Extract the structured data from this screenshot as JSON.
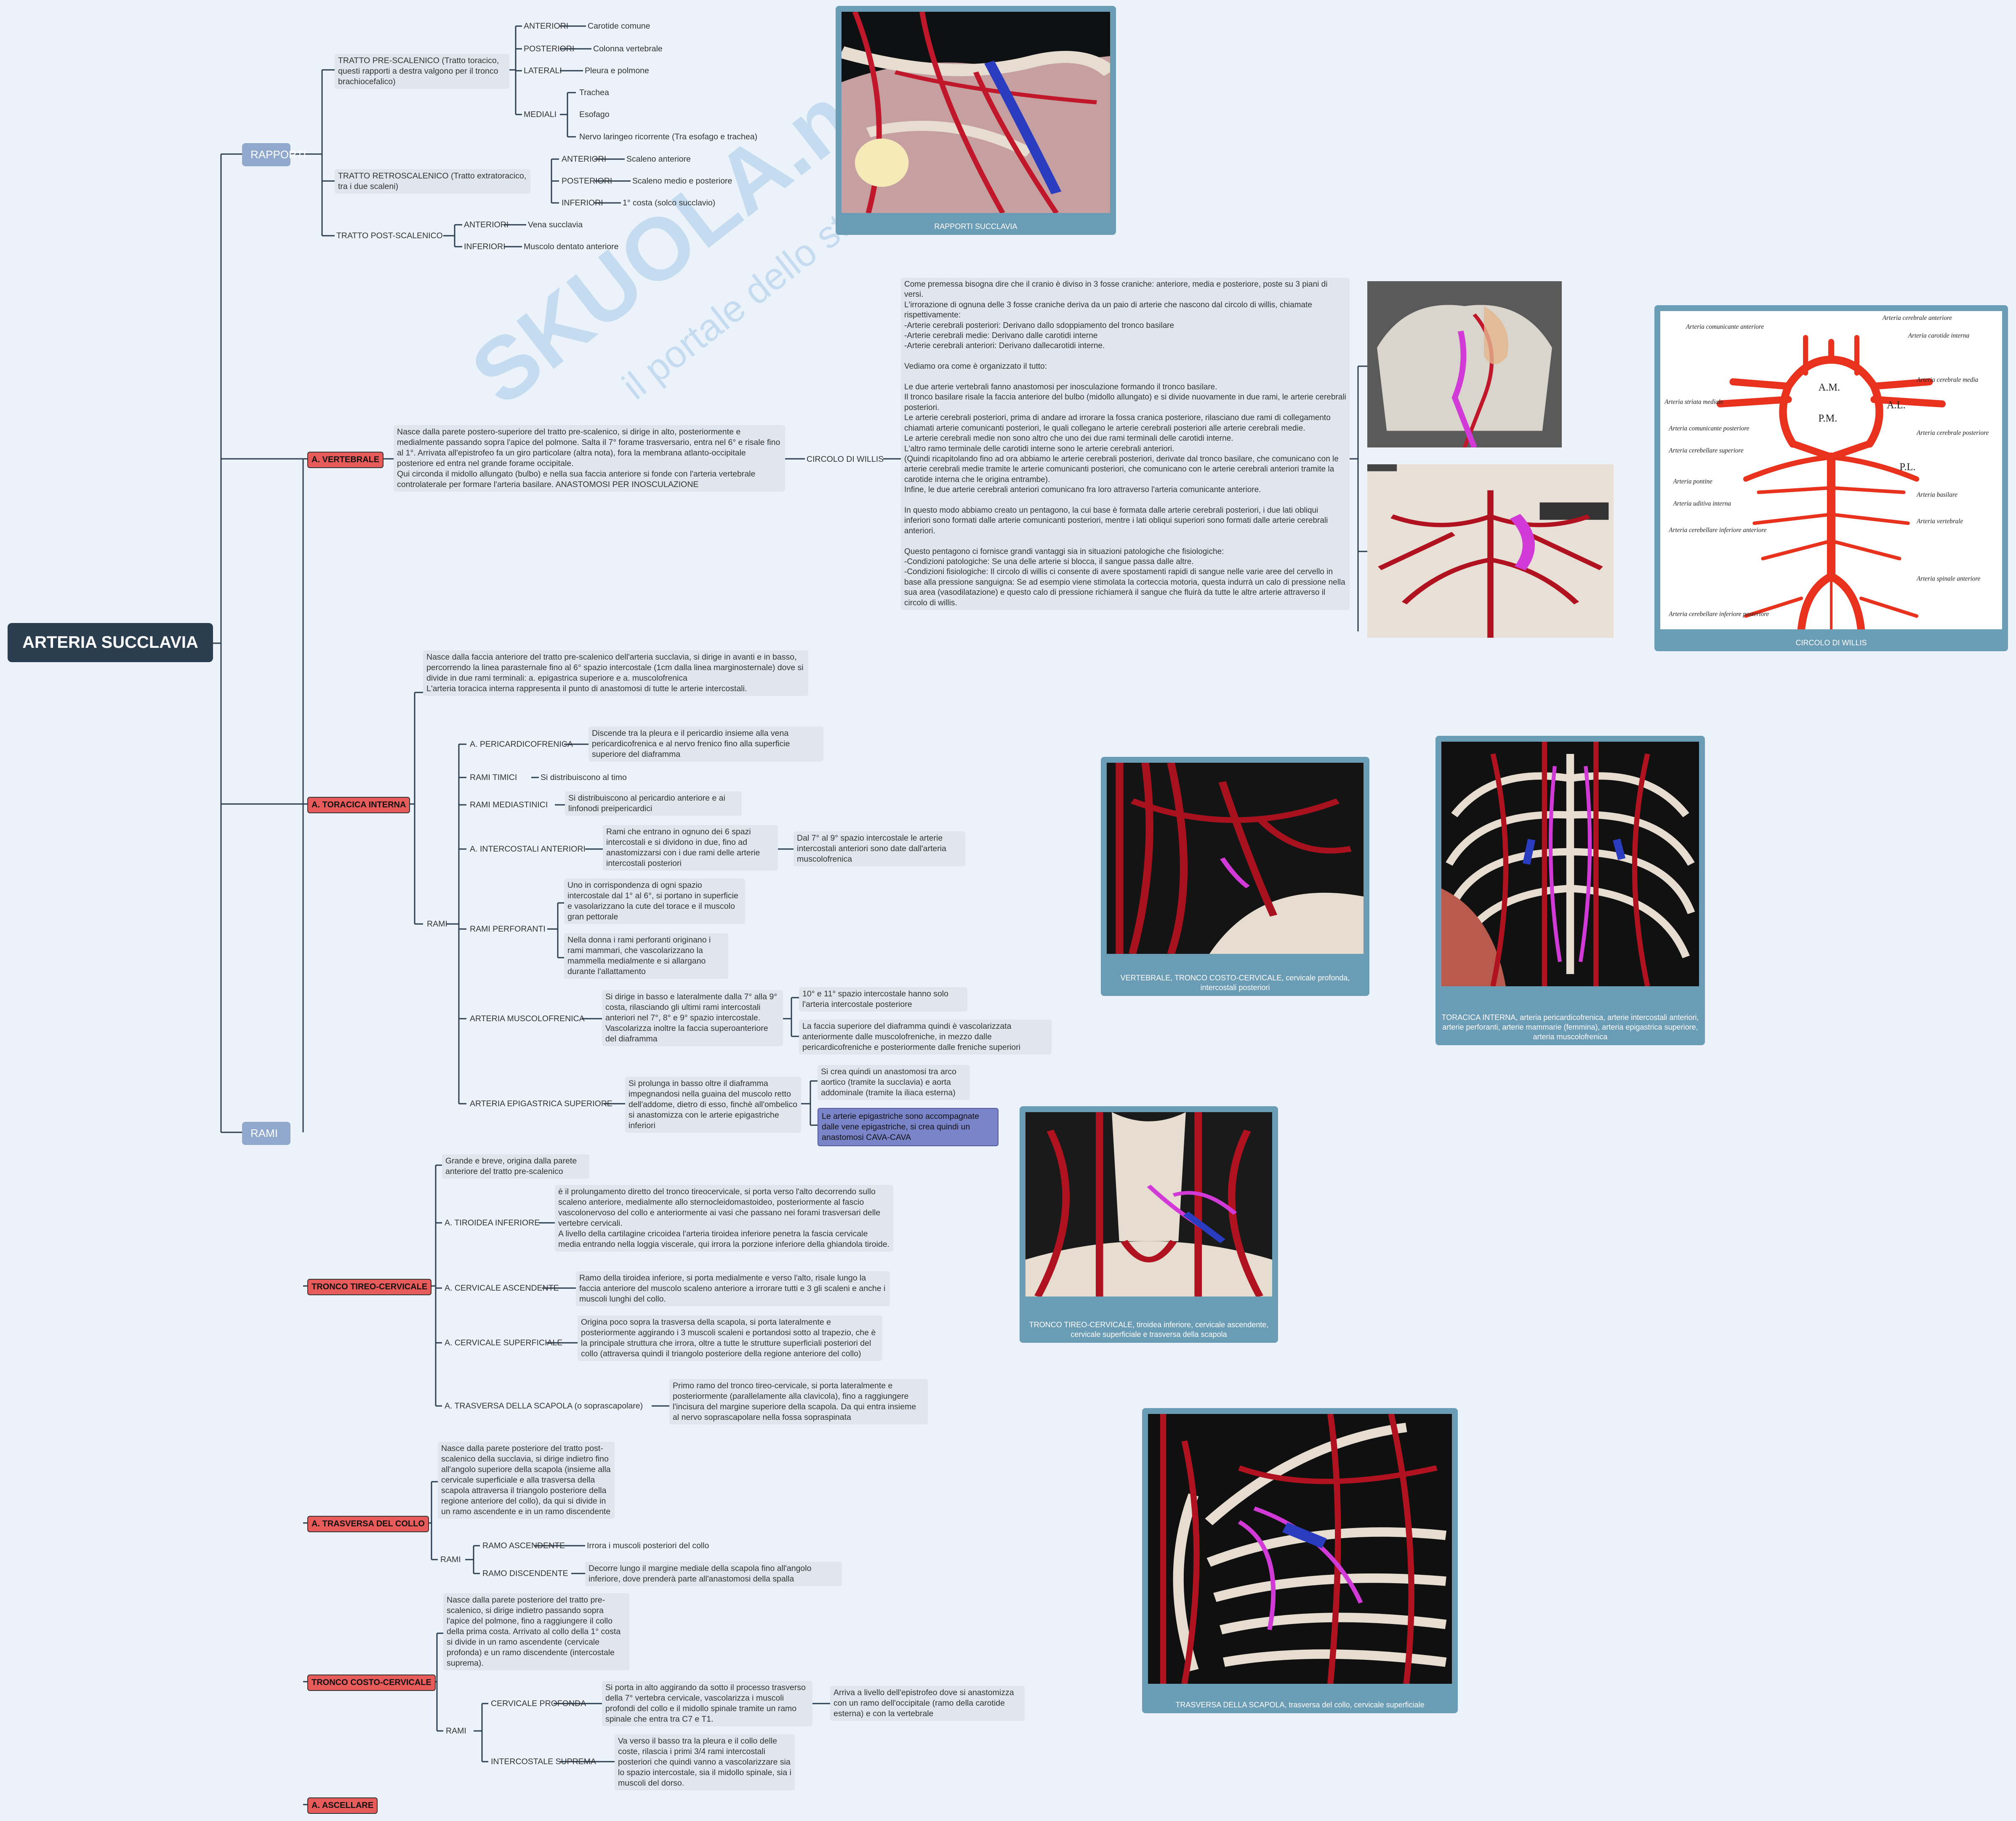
{
  "root": "ARTERIA SUCCLAVIA",
  "watermark": {
    "brand": "SKUOLA.net",
    "tagline": "il portale dello studente"
  },
  "rapporti": {
    "label": "RAPPORTI",
    "pre": {
      "label": "TRATTO PRE-SCALENICO (Tratto toracico, questi rapporti a destra valgono per il tronco brachiocefalico)",
      "anteriori": "ANTERIORI",
      "anteriori_v": "Carotide comune",
      "posteriori": "POSTERIORI",
      "posteriori_v": "Colonna vertebrale",
      "laterali": "LATERALI",
      "laterali_v": "Pleura e polmone",
      "mediali": "MEDIALI",
      "mediali_v": [
        "Trachea",
        "Esofago",
        "Nervo laringeo ricorrente (Tra esofago e trachea)"
      ]
    },
    "retro": {
      "label": "TRATTO RETROSCALENICO (Tratto extratoracico, tra i due scaleni)",
      "anteriori": "ANTERIORI",
      "anteriori_v": "Scaleno anteriore",
      "posteriori": "POSTERIORI",
      "posteriori_v": "Scaleno medio e posteriore",
      "inferiori": "INFERIORI",
      "inferiori_v": "1° costa (solco succlavio)"
    },
    "post": {
      "label": "TRATTO POST-SCALENICO",
      "anteriori": "ANTERIORI",
      "anteriori_v": "Vena succlavia",
      "inferiori": "INFERIORI",
      "inferiori_v": "Muscolo dentato anteriore"
    }
  },
  "vertebrale": {
    "label": "A. VERTEBRALE",
    "desc": "Nasce dalla parete postero-superiore del tratto pre-scalenico, si dirige in alto, posteriormente e medialmente passando sopra l'apice del polmone. Salta il 7° forame trasversario, entra nel 6° e risale fino al 1°. Arrivata all'epistrofeo fa un giro particolare (altra nota), fora la membrana atlanto-occipitale posteriore ed entra nel grande forame occipitale.\nQui circonda il midollo allungato (bulbo) e nella sua faccia anteriore si fonde con l'arteria vertebrale controlaterale per formare l'arteria basilare. ANASTOMOSI PER INOSCULAZIONE",
    "willis_label": "CIRCOLO DI WILLIS",
    "willis_text": "Come premessa bisogna dire che il cranio è diviso in 3 fosse craniche: anteriore, media e posteriore, poste su 3 piani di versi.\nL'irrorazione di ognuna delle 3 fosse craniche deriva da un paio di arterie che nascono dal circolo di willis, chiamate rispettivamente:\n-Arterie cerebrali posteriori: Derivano dallo sdoppiamento del tronco basilare\n-Arterie cerebrali medie: Derivano dalle carotidi interne\n-Arterie cerebrali anteriori: Derivano dallecarotidi interne.\n\nVediamo ora come è organizzato il tutto:\n\nLe due arterie vertebrali fanno anastomosi per inosculazione formando il tronco basilare.\nIl tronco basilare risale la faccia anteriore del bulbo (midollo allungato) e si divide nuovamente in due rami, le arterie cerebrali posteriori.\nLe arterie cerebrali posteriori, prima di andare ad irrorare la fossa cranica posteriore, rilasciano due rami di collegamento chiamati arterie comunicanti posteriori, le quali collegano le arterie cerebrali posteriori alle arterie cerebrali medie.\nLe arterie cerebrali medie non sono altro che uno dei due rami terminali delle carotidi interne.\nL'altro ramo terminale delle carotidi interne sono le arterie cerebrali anteriori.\n(Quindi ricapitolando fino ad ora abbiamo le arterie cerebrali posteriori, derivate dal tronco basilare, che comunicano con le arterie cerebrali medie tramite le arterie comunicanti posteriori, che comunicano con le arterie cerebrali anteriori tramite la carotide interna che le origina entrambe).\nInfine, le due arterie cerebrali anteriori comunicano fra loro attraverso l'arteria comunicante anteriore.\n\nIn questo modo abbiamo creato un pentagono, la cui base è formata dalle arterie cerebrali posteriori, i due lati obliqui inferiori sono formati dalle arterie comunicanti posteriori, mentre i lati obliqui superiori sono formati dalle arterie cerebrali anteriori.\n\nQuesto pentagono ci fornisce grandi vantaggi sia in situazioni patologiche che fisiologiche:\n-Condizioni patologiche: Se una delle arterie si blocca, il sangue passa dalle altre.\n-Condizioni fisiologiche: Il circolo di willis ci consente di avere spostamenti rapidi di sangue nelle varie aree del cervello in base alla pressione sanguigna: Se ad esempio viene stimolata la corteccia motoria, questa indurrà un calo di pressione nella sua area (vasodilatazione) e questo calo di pressione richiamerà il sangue che fluirà da tutte le altre arterie attraverso il circolo di willis."
  },
  "rami": {
    "label": "RAMI"
  },
  "toracica": {
    "label": "A. TORACICA INTERNA",
    "desc": "Nasce dalla faccia anteriore del tratto pre-scalenico dell'arteria succlavia, si dirige in avanti e in basso, percorrendo la linea parasternale fino al 6° spazio intercostale (1cm dalla linea marginosternale) dove si divide in due rami terminali: a. epigastrica superiore e a. muscolofrenica\nL'arteria toracica interna rappresenta il punto di anastomosi di tutte le arterie intercostali.",
    "rami": "RAMI",
    "pericardiofrenica": "A. PERICARDICOFRENICA",
    "pericardiofrenica_v": "Discende tra la pleura e il pericardio insieme alla vena pericardicofrenica e al nervo frenico fino alla superficie superiore del diaframma",
    "timici": "RAMI TIMICI",
    "timici_v": "Si distribuiscono al timo",
    "mediastinici": "RAMI MEDIASTINICI",
    "mediastinici_v": "Si distribuiscono al pericardio anteriore e ai linfonodi preipericardici",
    "intercostali": "A. INTERCOSTALI ANTERIORI",
    "intercostali_v": "Rami che entrano in ognuno dei 6 spazi intercostali e si dividono in due, fino ad anastomizzarsi con i due rami delle arterie intercostali posteriori",
    "intercostali_v2": "Dal 7° al 9° spazio intercostale le arterie intercostali anteriori sono date dall'arteria muscolofrenica",
    "perforanti": "RAMI PERFORANTI",
    "perforanti_v1": "Uno in corrispondenza di ogni spazio intercostale dal 1° al 6°, si portano in superficie e vasolarizzano la cute del torace e il muscolo gran pettorale",
    "perforanti_v2": "Nella donna i rami perforanti originano i rami mammari, che vascolarizzano la mammella medialmente e si allargano durante l'allattamento",
    "muscolofrenica": "ARTERIA MUSCOLOFRENICA",
    "muscolofrenica_v": "Si dirige in basso e lateralmente dalla 7° alla 9° costa, rilasciando gli ultimi rami intercostali anteriori nel 7°, 8° e 9° spazio intercostale. Vascolarizza inoltre la faccia superoanteriore del diaframma",
    "muscolofrenica_v2": "10° e 11° spazio intercostale hanno solo l'arteria intercostale posteriore",
    "muscolofrenica_v3": "La faccia superiore del diaframma quindi è vascolarizzata anteriormente dalle muscolofreniche, in mezzo dalle pericardicofreniche e posteriormente dalle freniche superiori",
    "epigastrica": "ARTERIA EPIGASTRICA SUPERIORE",
    "epigastrica_v": "Si prolunga in basso oltre il diaframma impegnandosi nella guaina del muscolo retto dell'addome, dietro di esso, finchè all'ombelico si anastomizza con le arterie epigastriche inferiori",
    "epigastrica_v2": "Si crea quindi un anastomosi tra arco aortico (tramite la succlavia) e aorta addominale (tramite la iliaca esterna)",
    "epigastrica_hl": "Le arterie epigastriche sono accompagnate dalle vene epigastriche, si crea quindi un anastomosi CAVA-CAVA"
  },
  "tireo": {
    "label": "TRONCO TIREO-CERVICALE",
    "desc": "Grande e breve, origina dalla parete anteriore del tratto pre-scalenico",
    "tiroidea": "A. TIROIDEA INFERIORE",
    "tiroidea_v": "è il prolungamento diretto del tronco tireocervicale, si porta verso l'alto decorrendo sullo scaleno anteriore, medialmente allo sternocleidomastoideo, posteriormente al fascio vascolonervoso del collo e anteriormente ai vasi che passano nei forami trasversari delle vertebre cervicali.\nA livello della cartilagine cricoidea l'arteria tiroidea inferiore penetra la fascia cervicale media entrando nella loggia viscerale, qui irrora la porzione inferiore della ghiandola tiroide.",
    "cerv_asc": "A. CERVICALE ASCENDENTE",
    "cerv_asc_v": "Ramo della tiroidea inferiore, si porta medialmente e verso l'alto, risale lungo la faccia anteriore del muscolo scaleno anteriore a irrorare tutti e 3 gli scaleni e anche i muscoli lunghi del collo.",
    "cerv_sup": "A. CERVICALE SUPERFICIALE",
    "cerv_sup_v": "Origina poco sopra la trasversa della scapola, si porta lateralmente e posteriormente aggirando i 3 muscoli scaleni e portandosi sotto al trapezio, che è la principale struttura che irrora, oltre a tutte le strutture superficiali posteriori del collo (attraversa quindi il triangolo posteriore della regione anteriore del collo)",
    "trasv_scap": "A. TRASVERSA DELLA SCAPOLA (o soprascapolare)",
    "trasv_scap_v": "Primo ramo del tronco tireo-cervicale, si porta lateralmente e posteriormente (parallelamente alla clavicola), fino a raggiungere l'incisura del margine superiore della scapola. Da qui entra insieme al nervo soprascapolare nella fossa sopraspinata"
  },
  "trasv_collo": {
    "label": "A. TRASVERSA DEL COLLO",
    "desc": "Nasce dalla parete posteriore del tratto post-scalenico della succlavia, si dirige indietro fino all'angolo superiore della scapola (insieme alla cervicale superficiale e alla trasversa della scapola attraversa il triangolo posteriore della regione anteriore del collo), da qui si divide in un ramo ascendente e in un ramo discendente",
    "rami": "RAMI",
    "asc": "RAMO ASCENDENTE",
    "asc_v": "Irrora i muscoli posteriori del collo",
    "disc": "RAMO DISCENDENTE",
    "disc_v": "Decorre lungo il margine mediale della scapola fino all'angolo inferiore, dove prenderà parte all'anastomosi della spalla"
  },
  "costo": {
    "label": "TRONCO COSTO-CERVICALE",
    "desc": "Nasce dalla parete posteriore del tratto pre-scalenico, si dirige indietro passando sopra l'apice del polmone, fino a raggiungere il collo della prima costa. Arrivato al collo della 1° costa si divide in un ramo ascendente (cervicale profonda) e un ramo discendente (intercostale suprema).",
    "rami": "RAMI",
    "profonda": "CERVICALE PROFONDA",
    "profonda_v": "Si porta in alto aggirando da sotto il processo trasverso della 7° vertebra cervicale, vascolarizza i muscoli profondi del collo e il midollo spinale tramite un ramo spinale che entra tra C7 e T1.",
    "profonda_v2": "Arriva a livello dell'epistrofeo dove si anastomizza con un ramo dell'occipitale (ramo della carotide esterna) e con la vertebrale",
    "suprema": "INTERCOSTALE SUPREMA",
    "suprema_v": "Va verso il basso tra la pleura e il collo delle coste, rilascia i primi 3/4 rami intercostali posteriori che quindi vanno a vascolarizzare sia lo spazio intercostale, sia il midollo spinale, sia i muscoli del dorso."
  },
  "ascellare": {
    "label": "A. ASCELLARE"
  },
  "images": {
    "rapporti": "RAPPORTI SUCCLAVIA",
    "willis": "CIRCOLO DI WILLIS",
    "vertebrale": "VERTEBRALE, TRONCO COSTO-CERVICALE, cervicale profonda, intercostali posteriori",
    "toracica": "TORACICA INTERNA, arteria pericardicofrenica, arterie intercostali anteriori, arterie perforanti, arterie mammarie (femmina), arteria epigastrica superiore, arteria muscolofrenica",
    "tireo": "TRONCO TIREO-CERVICALE, tiroidea inferiore, cervicale ascendente, cervicale superficiale e trasversa della scapola",
    "trasv": "TRASVERSA DELLA SCAPOLA, trasversa del collo, cervicale superficiale"
  },
  "willis_diagram": {
    "labels": [
      "Arteria comunicante anteriore",
      "Arteria cerebrale anteriore",
      "Arteria carotide interna",
      "Arteria cerebrale media",
      "Arteria striata mediale",
      "Arteria comunicante posteriore",
      "Arteria cerebellare superiore",
      "Arteria pontine",
      "Arteria uditiva interna",
      "Arteria cerebellare inferiore anteriore",
      "Arteria cerebrale posteriore",
      "Arteria basilare",
      "Arteria vertebrale",
      "Arteria spinale anteriore",
      "Arteria cerebellare inferiore posteriore"
    ],
    "marks": [
      "A.M.",
      "A.L.",
      "P.M.",
      "P.L."
    ]
  },
  "colors": {
    "bg": "#ecf2f9",
    "line": "#2b3e50",
    "red": "#e85b5b",
    "pill": "#8fa8cc",
    "card": "#6b9cb6",
    "artery": "#c0182a",
    "vein": "#2a3cc0",
    "bone": "#e6ddd0",
    "highlight": "#d23ad8"
  }
}
